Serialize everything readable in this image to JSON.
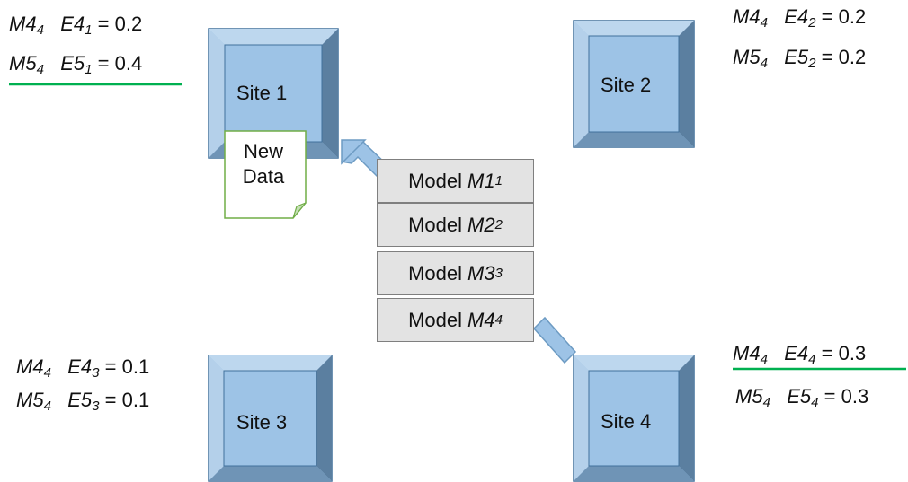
{
  "sites": [
    {
      "label": "Site 1"
    },
    {
      "label": "Site 2"
    },
    {
      "label": "Site 3"
    },
    {
      "label": "Site 4"
    }
  ],
  "new_data": {
    "line1": "New",
    "line2": "Data"
  },
  "models": [
    {
      "prefix": "Model",
      "name": "M1",
      "sub": "1"
    },
    {
      "prefix": "Model",
      "name": "M2",
      "sub": "2"
    },
    {
      "prefix": "Model",
      "name": "M3",
      "sub": "3"
    },
    {
      "prefix": "Model",
      "name": "M4",
      "sub": "4"
    }
  ],
  "site_scores": {
    "site1": [
      {
        "model": "M4",
        "model_sub": "4",
        "err": "E4",
        "err_sub": "1",
        "value": "= 0.2",
        "underlined": false
      },
      {
        "model": "M5",
        "model_sub": "4",
        "err": "E5",
        "err_sub": "1",
        "value": "= 0.4",
        "underlined": true
      }
    ],
    "site2": [
      {
        "model": "M4",
        "model_sub": "4",
        "err": "E4",
        "err_sub": "2",
        "value": "= 0.2",
        "underlined": false
      },
      {
        "model": "M5",
        "model_sub": "4",
        "err": "E5",
        "err_sub": "2",
        "value": "= 0.2",
        "underlined": false
      }
    ],
    "site3": [
      {
        "model": "M4",
        "model_sub": "4",
        "err": "E4",
        "err_sub": "3",
        "value": "= 0.1",
        "underlined": false
      },
      {
        "model": "M5",
        "model_sub": "4",
        "err": "E5",
        "err_sub": "3",
        "value": "= 0.1",
        "underlined": false
      }
    ],
    "site4": [
      {
        "model": "M4",
        "model_sub": "4",
        "err": "E4",
        "err_sub": "4",
        "value": "= 0.3",
        "underlined": true
      },
      {
        "model": "M5",
        "model_sub": "4",
        "err": "E5",
        "err_sub": "4",
        "value": "= 0.3",
        "underlined": false
      }
    ]
  },
  "colors": {
    "site_face": "#9dc3e6",
    "site_border": "#41719c",
    "site_bevel_light": "#bdd7ee",
    "site_bevel_dark": "#5b7fa0",
    "arrow": "#9dc3e6",
    "underline": "#00b050",
    "note_border": "#70ad47",
    "model_fill": "#e3e3e3"
  }
}
